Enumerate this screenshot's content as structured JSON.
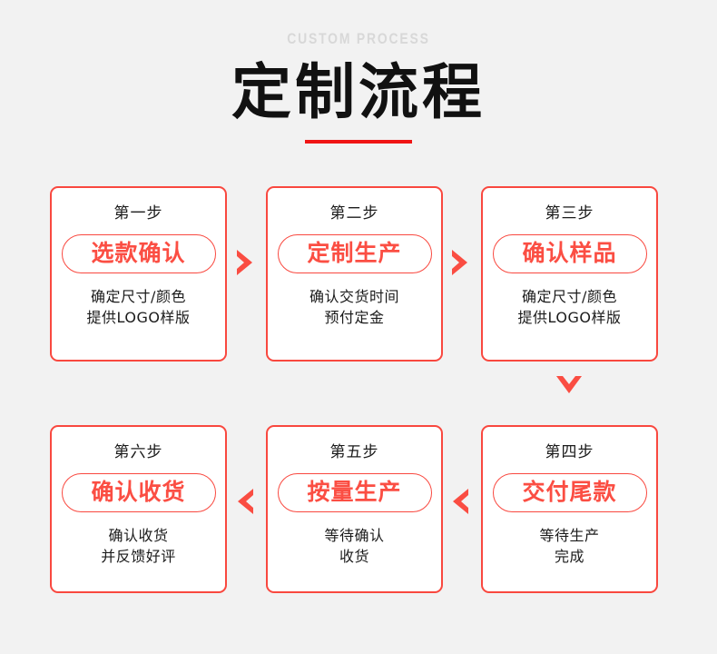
{
  "header": {
    "eyebrow": "CUSTOM PROCESS",
    "title": "定制流程",
    "accent_color": "#f01515",
    "eyebrow_color": "#d8d8d8",
    "title_color": "#111111"
  },
  "theme": {
    "background": "#f2f2f2",
    "card_border": "#f9483f",
    "card_background": "#ffffff",
    "pill_text": "#fb4e43",
    "arrow_color": "#fa4d42",
    "body_text": "#1b1b1b"
  },
  "steps": [
    {
      "step": "第一步",
      "action": "选款确认",
      "detail_line1": "确定尺寸/颜色",
      "detail_line2": "提供LOGO样版"
    },
    {
      "step": "第二步",
      "action": "定制生产",
      "detail_line1": "确认交货时间",
      "detail_line2": "预付定金"
    },
    {
      "step": "第三步",
      "action": "确认样品",
      "detail_line1": "确定尺寸/颜色",
      "detail_line2": "提供LOGO样版"
    },
    {
      "step": "第四步",
      "action": "交付尾款",
      "detail_line1": "等待生产",
      "detail_line2": "完成"
    },
    {
      "step": "第五步",
      "action": "按量生产",
      "detail_line1": "等待确认",
      "detail_line2": "收货"
    },
    {
      "step": "第六步",
      "action": "确认收货",
      "detail_line1": "确认收货",
      "detail_line2": "并反馈好评"
    }
  ],
  "arrows": [
    {
      "name": "chevron-right-icon",
      "direction": "right"
    },
    {
      "name": "chevron-right-icon",
      "direction": "right"
    },
    {
      "name": "chevron-down-icon",
      "direction": "down"
    },
    {
      "name": "chevron-left-icon",
      "direction": "left"
    },
    {
      "name": "chevron-left-icon",
      "direction": "left"
    }
  ]
}
